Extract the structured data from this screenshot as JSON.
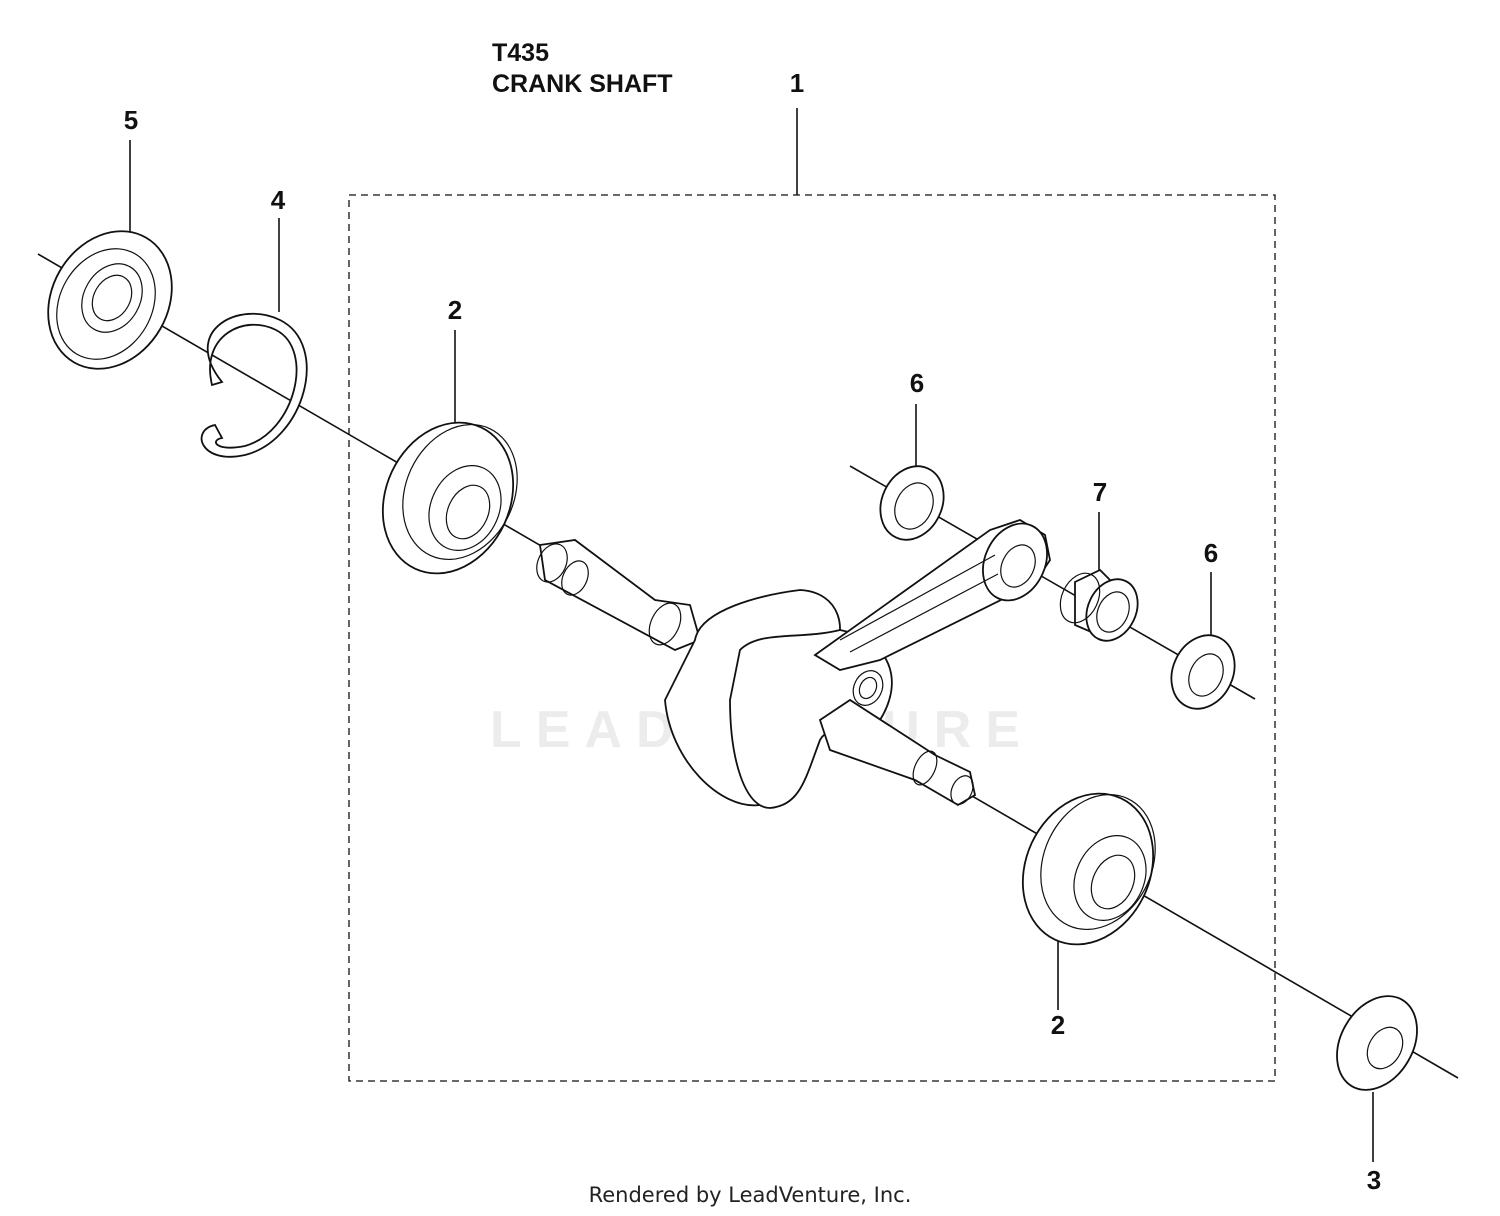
{
  "diagram": {
    "title_line1": "T435",
    "title_line2": "CRANK SHAFT",
    "watermark": "LEADVENTURE",
    "footer": "Rendered by LeadVenture, Inc.",
    "callouts": {
      "c1": "1",
      "c2a": "2",
      "c2b": "2",
      "c3": "3",
      "c4": "4",
      "c5": "5",
      "c6a": "6",
      "c6b": "6",
      "c7": "7"
    }
  }
}
